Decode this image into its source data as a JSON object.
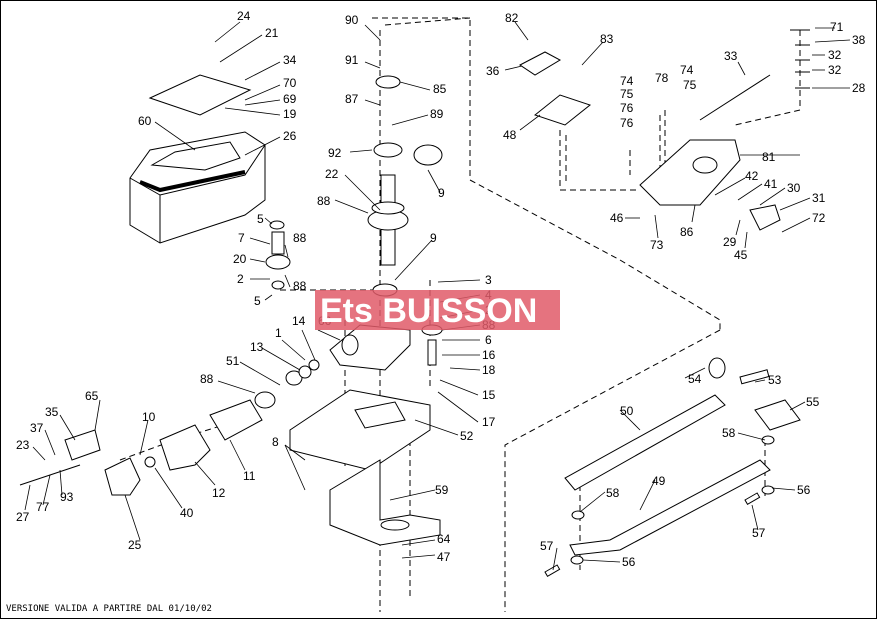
{
  "watermark": {
    "text": "Ets BUISSON",
    "color": "#e05a68"
  },
  "footer": {
    "text": "VERSIONE VALIDA A PARTIRE DAL 01/10/02"
  },
  "colors": {
    "line": "#000000",
    "background": "#ffffff"
  },
  "labels": [
    "24",
    "21",
    "34",
    "70",
    "69",
    "19",
    "60",
    "26",
    "90",
    "91",
    "85",
    "87",
    "89",
    "92",
    "9",
    "22",
    "88",
    "5",
    "7",
    "88",
    "20",
    "88",
    "2",
    "5",
    "9",
    "3",
    "4",
    "2",
    "88",
    "6",
    "16",
    "18",
    "15",
    "17",
    "14",
    "66",
    "13",
    "1",
    "51",
    "88",
    "52",
    "8",
    "10",
    "65",
    "35",
    "37",
    "23",
    "93",
    "77",
    "27",
    "25",
    "40",
    "12",
    "11",
    "59",
    "64",
    "47",
    "82",
    "83",
    "36",
    "48",
    "33",
    "74",
    "78",
    "74",
    "75",
    "75",
    "76",
    "76",
    "81",
    "42",
    "41",
    "30",
    "31",
    "72",
    "46",
    "73",
    "86",
    "29",
    "45",
    "71",
    "38",
    "32",
    "32",
    "28",
    "54",
    "53",
    "55",
    "50",
    "58",
    "58",
    "49",
    "56",
    "57",
    "57",
    "56"
  ]
}
